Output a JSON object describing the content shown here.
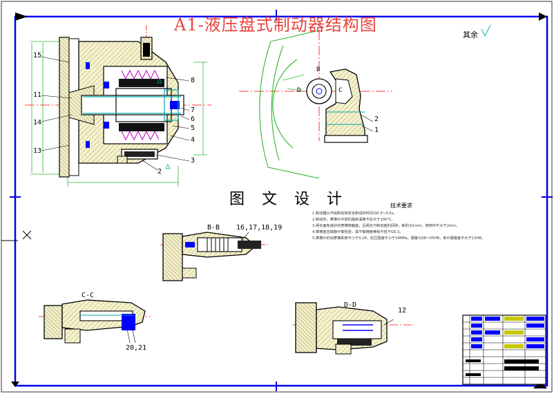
{
  "drawing": {
    "title": "A1-液压盘式制动器结构图",
    "watermark": "图 文 设 计",
    "remark": "其余"
  },
  "labels": {
    "main": [
      "15",
      "11",
      "14",
      "13",
      "8",
      "7",
      "6",
      "5",
      "4",
      "3",
      "2"
    ],
    "side": [
      "2",
      "1"
    ],
    "side_letters": [
      "B",
      "D",
      "C"
    ],
    "section_dd_part": "12",
    "section_bb_parts": "16,17,18,19",
    "section_cc_parts": "20,21"
  },
  "sections": {
    "bb": "B-B",
    "cc": "C-C",
    "dd": "D-D"
  },
  "technical_requirements": {
    "title": "技术要求",
    "items": [
      "1.制动器从开始制动到完全制动的时间为0.3～0.5s。",
      "2.制动时，摩擦片中部的最高温度不应大于100°C。",
      "3.闸瓦面有良好的摩擦接触面，且闸瓦与制动盘的间隙，新的为1mm，使用中不大于2mm。",
      "4.摩擦盘应做静平衡检验，其平衡精度等级不低于G6.3。",
      "5.摩擦片的动摩擦系数不小于0.28，抗压强度不小于19MPa，硬度为38～55HB，单片硬度差不大于12HB。"
    ]
  },
  "colors": {
    "border": "#0000ee",
    "title": "#e8433c",
    "dimension": "#2db52d",
    "center_line": "#ff0000",
    "outline": "#000000",
    "hatch": "#f4f0c8",
    "parts": "#0000ff",
    "dim_line": "#00a8a8",
    "spring": "#c000c0"
  }
}
